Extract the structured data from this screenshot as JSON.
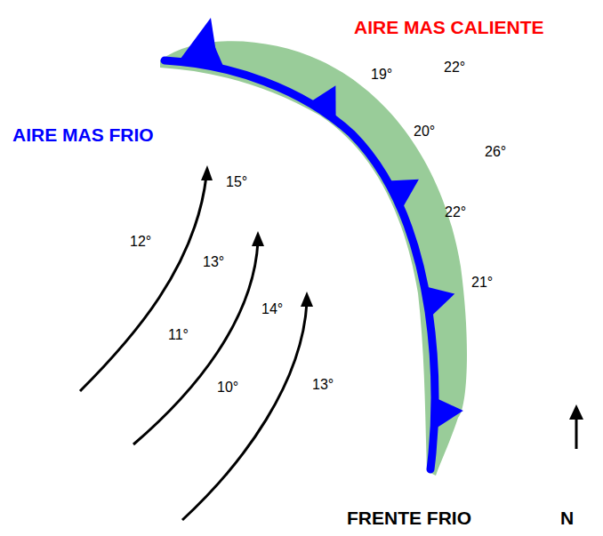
{
  "diagram": {
    "labels": [
      "AIRE MAS CALIENTE",
      "AIRE MAS FRIO",
      "FRENTE FRIO",
      "N",
      "19°",
      "22°",
      "20°",
      "26°",
      "22°",
      "21°",
      "15°",
      "12°",
      "13°",
      "14°",
      "11°",
      "10°",
      "13°"
    ]
  }
}
